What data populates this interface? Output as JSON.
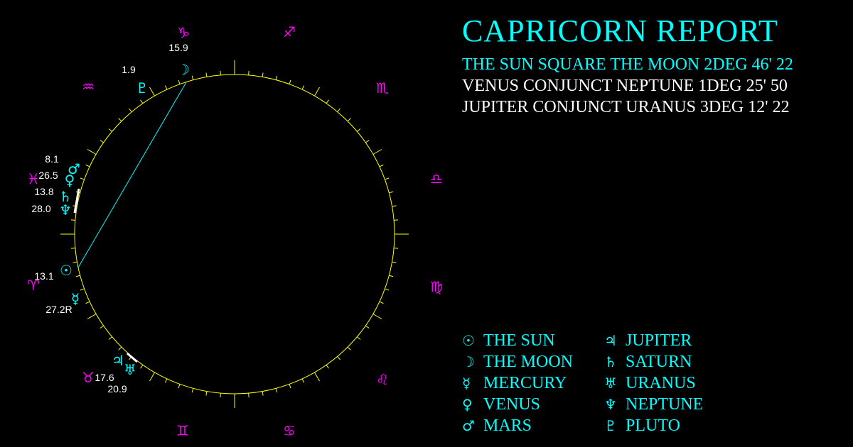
{
  "title": "CAPRICORN REPORT",
  "aspects": [
    {
      "text": "THE SUN SQUARE THE MOON 2DEG 46' 22",
      "color": "#00ffff"
    },
    {
      "text": "VENUS CONJUNCT NEPTUNE 1DEG 25' 50",
      "color": "#ffffff"
    },
    {
      "text": "JUPITER CONJUNCT URANUS 3DEG 12' 22",
      "color": "#ffffff"
    }
  ],
  "colors": {
    "ring": "#ffff00",
    "sign": "#ff00ff",
    "planet": "#00ffff",
    "aspect_line": "#00ffff"
  },
  "signs": {
    "capricorn": "♑",
    "sagittarius": "♐",
    "scorpio": "♏",
    "libra": "♎",
    "virgo": "♍",
    "leo": "♌",
    "cancer": "♋",
    "gemini": "♊",
    "taurus": "♉",
    "aries": "♈",
    "pisces": "♓",
    "aquarius": "♒"
  },
  "planets": {
    "moon": {
      "glyph": "☽",
      "degree": "15.9"
    },
    "pluto": {
      "glyph": "♇",
      "degree": "1.9"
    },
    "mars": {
      "glyph": "♂",
      "degree": "8.1"
    },
    "venus": {
      "glyph": "♀",
      "degree": "26.5"
    },
    "saturn": {
      "glyph": "♄",
      "degree": "13.8"
    },
    "neptune": {
      "glyph": "♆",
      "degree": "28.0"
    },
    "sun": {
      "glyph": "☉",
      "degree": "13.1"
    },
    "mercury": {
      "glyph": "☿",
      "degree": "27.2R"
    },
    "jupiter": {
      "glyph": "♃",
      "degree": "17.6"
    },
    "uranus": {
      "glyph": "♅",
      "degree": "20.9"
    }
  },
  "legend": [
    {
      "glyph": "☉",
      "label": "THE SUN"
    },
    {
      "glyph": "♃",
      "label": "JUPITER"
    },
    {
      "glyph": "☽",
      "label": "THE MOON"
    },
    {
      "glyph": "♄",
      "label": "SATURN"
    },
    {
      "glyph": "☿",
      "label": "MERCURY"
    },
    {
      "glyph": "♅",
      "label": "URANUS"
    },
    {
      "glyph": "♀",
      "label": "VENUS"
    },
    {
      "glyph": "♆",
      "label": "NEPTUNE"
    },
    {
      "glyph": "♂",
      "label": "MARS"
    },
    {
      "glyph": "♇",
      "label": "PLUTO"
    }
  ]
}
